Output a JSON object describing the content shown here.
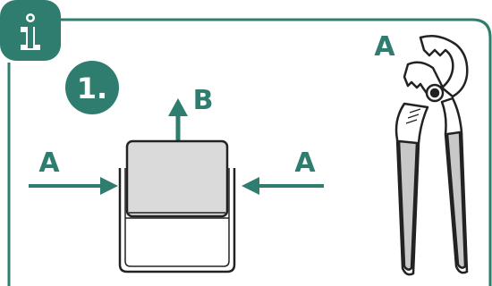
{
  "step": {
    "number": "1."
  },
  "labels": {
    "left_arrow": "A",
    "right_arrow": "A",
    "up_arrow": "B",
    "pliers": "A"
  },
  "icons": {
    "info": "info-icon",
    "pliers": "pliers-icon",
    "cap": "cap-part",
    "arrows": "force-arrows"
  },
  "colors": {
    "accent": "#2e7d6e",
    "frame": "#2e7d6e",
    "step_badge": "#2e7d6e",
    "cap_fill": "#dadada",
    "handle_fill": "#c8c8c8",
    "outline": "#222222"
  }
}
